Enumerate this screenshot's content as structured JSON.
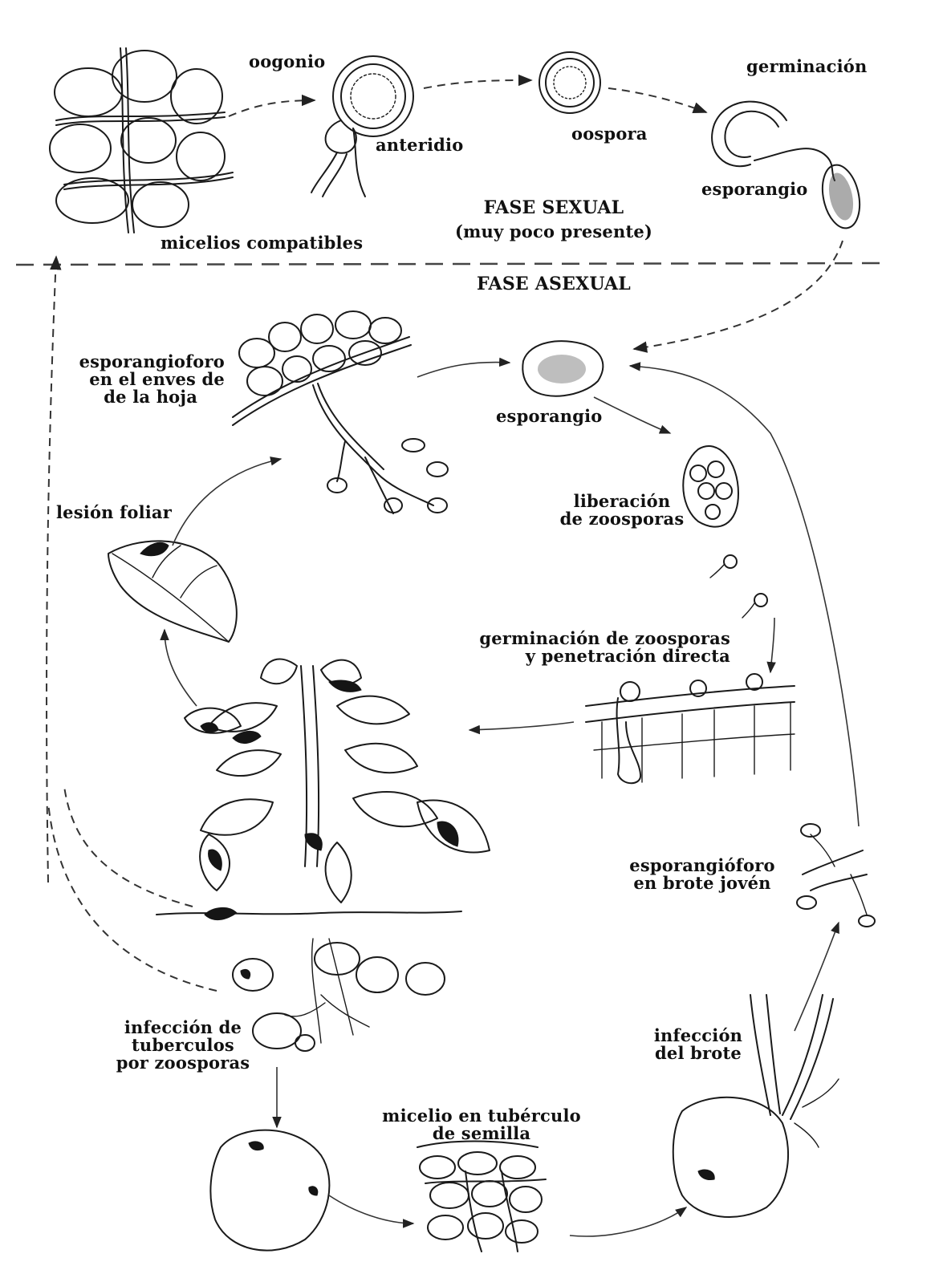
{
  "labels": {
    "oogonio": "oogonio",
    "anteridio": "anteridio",
    "oospora": "oospora",
    "germinacion": "germinación",
    "esporangio_top": "esporangio",
    "micelios": "micelios compatibles",
    "fase_sexual": "FASE SEXUAL",
    "fase_sexual_note": "(muy poco presente)",
    "fase_asexual": "FASE ASEXUAL",
    "esporangioforo_hoja": [
      "esporangioforo",
      "en el enves de",
      "de la hoja"
    ],
    "esporangio_mid": "esporangio",
    "liberacion": [
      "liberación",
      "de zoosporas"
    ],
    "lesion": "lesión foliar",
    "germinacion_zoosporas": [
      "germinación de zoosporas",
      "y penetración directa"
    ],
    "esporangioforo_brote": [
      "esporangióforo",
      "en brote jovén"
    ],
    "infeccion_tuberculos": [
      "infección de",
      "tuberculos",
      "por zoosporas"
    ],
    "infeccion_brote": [
      "infección",
      "del brote"
    ],
    "micelio_tuberculo": [
      "micelio en tubérculo",
      "de semilla"
    ]
  }
}
